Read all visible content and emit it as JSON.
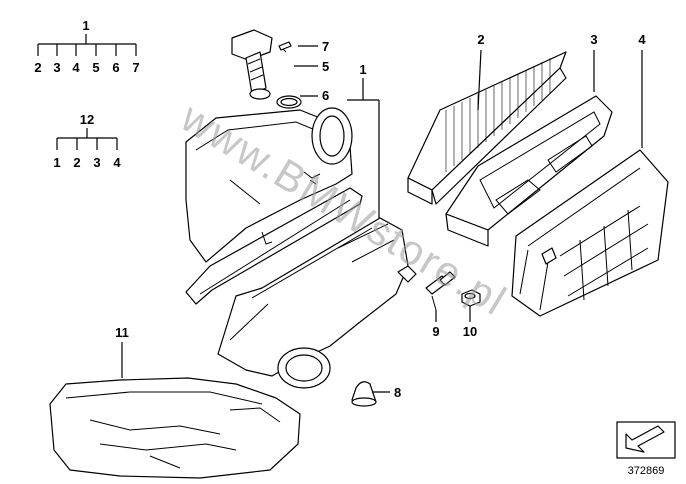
{
  "legend": {
    "tree1": {
      "root": "1",
      "children": [
        "2",
        "3",
        "4",
        "5",
        "6",
        "7"
      ]
    },
    "tree2": {
      "root": "12",
      "children": [
        "1",
        "2",
        "3",
        "4"
      ]
    }
  },
  "callouts": {
    "c1": "1",
    "c2": "2",
    "c3": "3",
    "c4": "4",
    "c5": "5",
    "c6": "6",
    "c7": "7",
    "c8": "8",
    "c9": "9",
    "c10": "10",
    "c11": "11"
  },
  "watermark": "www.BMWstore.pl",
  "doc_number": "372869",
  "icons": {
    "nav": "arrow-down-left-icon"
  }
}
